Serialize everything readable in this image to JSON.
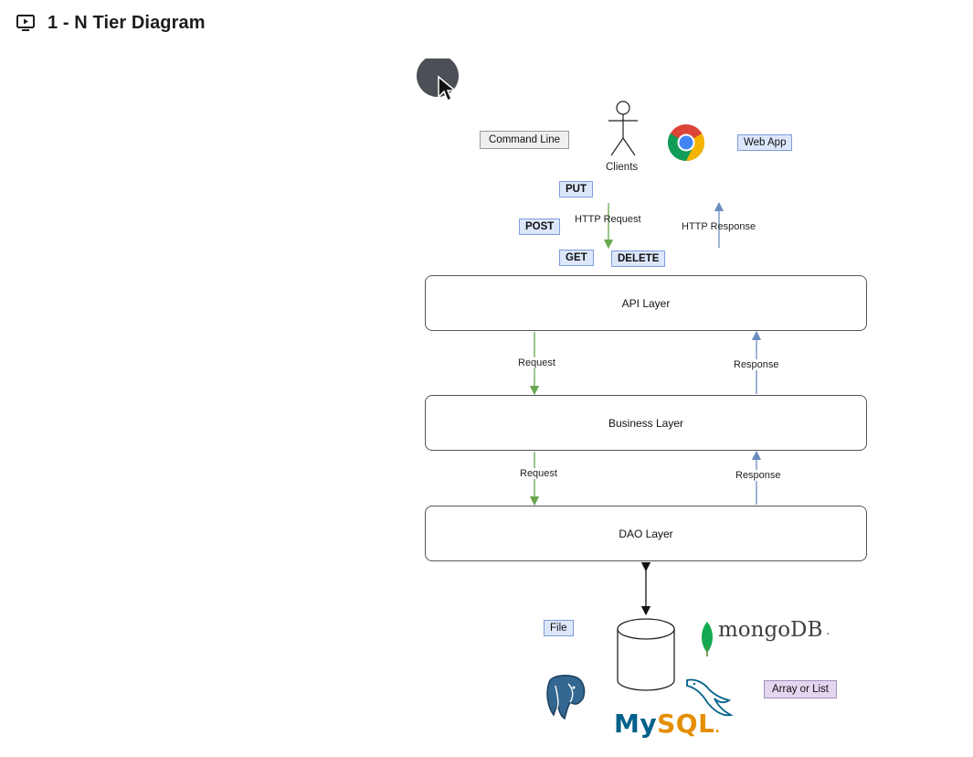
{
  "header": {
    "icon": "video-lesson-icon",
    "title": "1 - N Tier Diagram"
  },
  "diagram": {
    "clients": {
      "command_line": "Command Line",
      "clients_label": "Clients",
      "web_app": "Web App",
      "browser_icon": "chrome-icon"
    },
    "methods": {
      "put": "PUT",
      "post": "POST",
      "get": "GET",
      "delete": "DELETE"
    },
    "http": {
      "request": "HTTP Request",
      "response": "HTTP Response"
    },
    "layers": {
      "api": "API Layer",
      "business": "Business Layer",
      "dao": "DAO Layer"
    },
    "flows": {
      "request_1": "Request",
      "response_1": "Response",
      "request_2": "Request",
      "response_2": "Response"
    },
    "storage": {
      "file": "File",
      "array_or_list": "Array or List",
      "mongodb": "mongoDB",
      "mongodb_dot": ".",
      "mysql_my": "My",
      "mysql_sql": "SQL",
      "mysql_dot": "."
    },
    "colors": {
      "request_arrow": "#6aa84f",
      "response_arrow": "#6c8ebf",
      "tag_border": "#7d9cd9",
      "tag_fill": "#dce7fb",
      "mysql_blue": "#00618a",
      "mysql_orange": "#e48e00",
      "mongo_green": "#13aa52",
      "postgres_blue": "#336791"
    }
  }
}
